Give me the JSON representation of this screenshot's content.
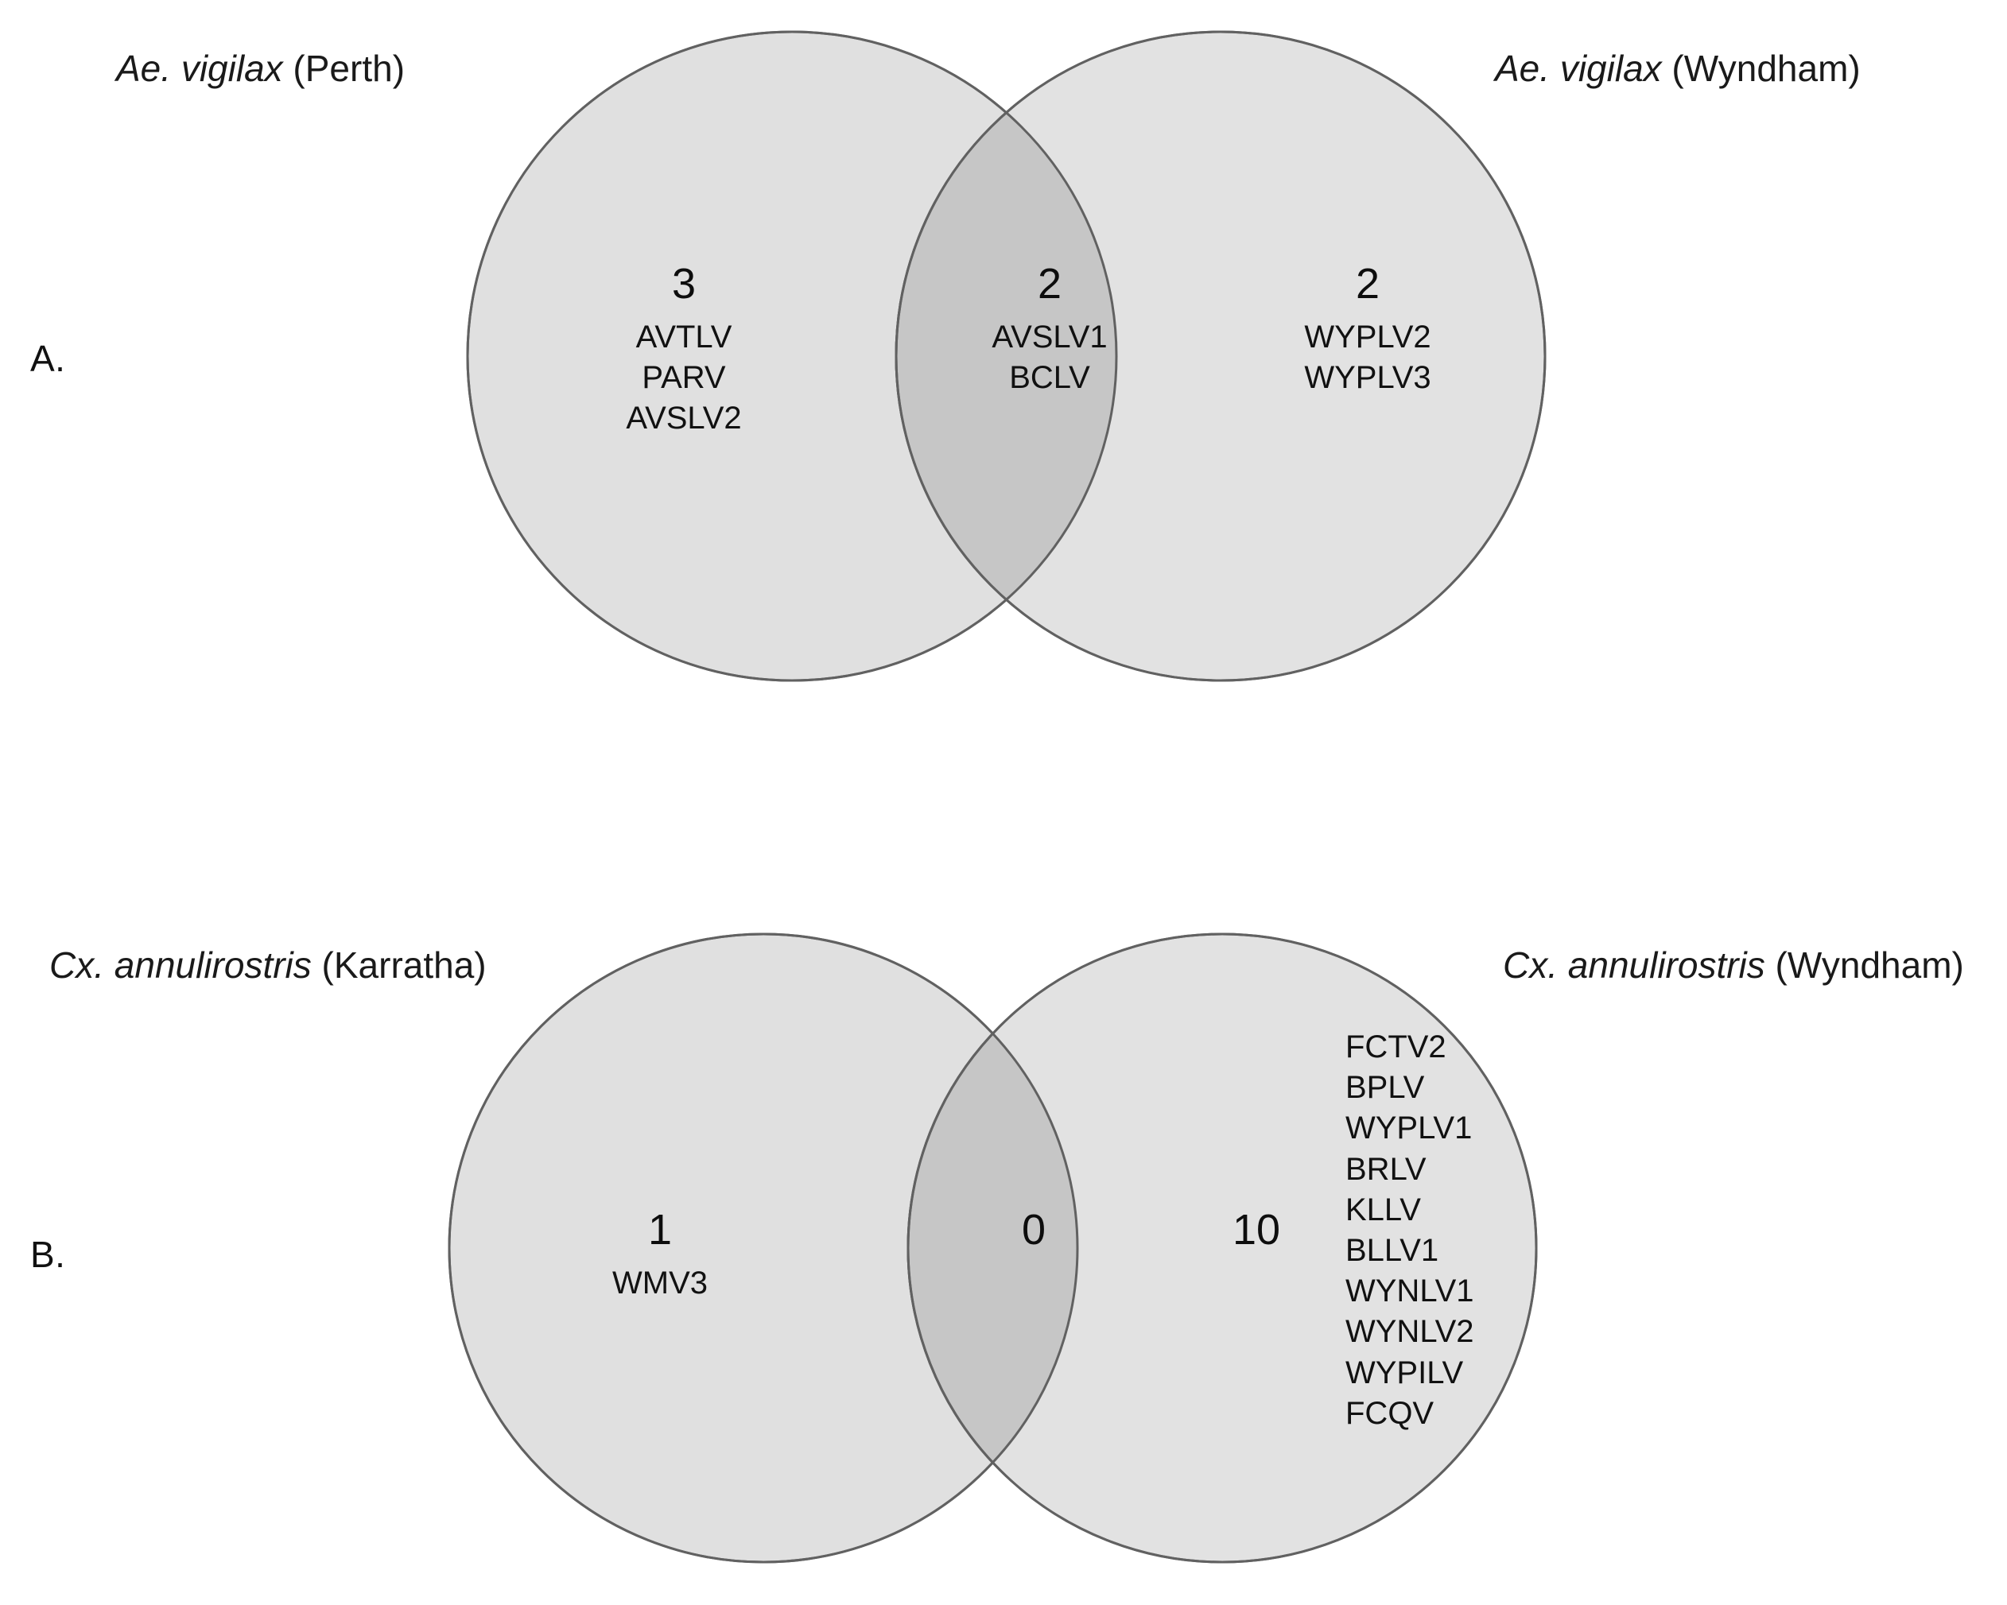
{
  "figure": {
    "type": "venn-diagram-figure",
    "panels": [
      {
        "letter": "A.",
        "left_label": {
          "species": "Ae. vigilax",
          "location": " (Perth)"
        },
        "right_label": {
          "species": "Ae. vigilax",
          "location": " (Wyndham)"
        },
        "regions": {
          "left_only": {
            "count": "3",
            "members": [
              "AVTLV",
              "PARV",
              "AVSLV2"
            ]
          },
          "intersection": {
            "count": "2",
            "members": [
              "AVSLV1",
              "BCLV"
            ]
          },
          "right_only": {
            "count": "2",
            "members": [
              "WYPLV2",
              "WYPLV3"
            ]
          }
        }
      },
      {
        "letter": "B.",
        "left_label": {
          "species": "Cx. annulirostris",
          "location": " (Karratha)"
        },
        "right_label": {
          "species": "Cx. annulirostris",
          "location": " (Wyndham)"
        },
        "regions": {
          "left_only": {
            "count": "1",
            "members": [
              "WMV3"
            ]
          },
          "intersection": {
            "count": "0",
            "members": []
          },
          "right_only": {
            "count": "10",
            "members": [
              "FCTV2",
              "BPLV",
              "WYPLV1",
              "BRLV",
              "KLLV",
              "BLLV1",
              "WYNLV1",
              "WYNLV2",
              "WYPILV",
              "FCQV"
            ]
          }
        }
      }
    ],
    "colors": {
      "circle_fill": "#e0e0e0",
      "overlap_fill": "#c8c8c8",
      "circle_stroke": "#616161",
      "background": "#ffffff",
      "text": "#111111"
    }
  },
  "chart_data": {
    "type": "venn",
    "title": "",
    "panels": [
      {
        "id": "A",
        "sets": [
          "Ae. vigilax (Perth)",
          "Ae. vigilax (Wyndham)"
        ],
        "left_only": 3,
        "intersection": 2,
        "right_only": 2,
        "left_only_items": [
          "AVTLV",
          "PARV",
          "AVSLV2"
        ],
        "intersection_items": [
          "AVSLV1",
          "BCLV"
        ],
        "right_only_items": [
          "WYPLV2",
          "WYPLV3"
        ]
      },
      {
        "id": "B",
        "sets": [
          "Cx. annulirostris (Karratha)",
          "Cx. annulirostris (Wyndham)"
        ],
        "left_only": 1,
        "intersection": 0,
        "right_only": 10,
        "left_only_items": [
          "WMV3"
        ],
        "intersection_items": [],
        "right_only_items": [
          "FCTV2",
          "BPLV",
          "WYPLV1",
          "BRLV",
          "KLLV",
          "BLLV1",
          "WYNLV1",
          "WYNLV2",
          "WYPILV",
          "FCQV"
        ]
      }
    ]
  }
}
